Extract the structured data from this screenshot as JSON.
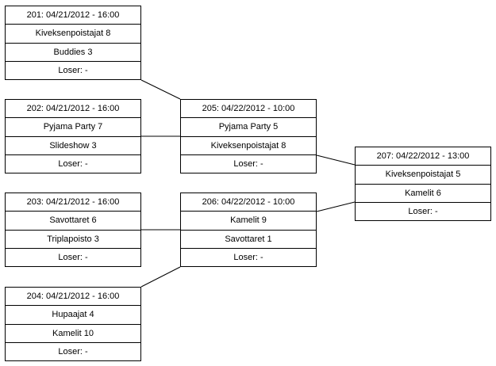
{
  "matches": [
    {
      "id": "m201",
      "header": "201: 04/21/2012 - 16:00",
      "team1": "Kiveksenpoistajat 8",
      "team2": "Buddies 3",
      "loser": "Loser: -"
    },
    {
      "id": "m202",
      "header": "202: 04/21/2012 - 16:00",
      "team1": "Pyjama Party 7",
      "team2": "Slideshow 3",
      "loser": "Loser: -"
    },
    {
      "id": "m203",
      "header": "203: 04/21/2012 - 16:00",
      "team1": "Savottaret 6",
      "team2": "Triplapoisto 3",
      "loser": "Loser: -"
    },
    {
      "id": "m204",
      "header": "204: 04/21/2012 - 16:00",
      "team1": "Hupaajat 4",
      "team2": "Kamelit 10",
      "loser": "Loser: -"
    },
    {
      "id": "m205",
      "header": "205: 04/22/2012 - 10:00",
      "team1": "Pyjama Party 5",
      "team2": "Kiveksenpoistajat 8",
      "loser": "Loser: -"
    },
    {
      "id": "m206",
      "header": "206: 04/22/2012 - 10:00",
      "team1": "Kamelit 9",
      "team2": "Savottaret 1",
      "loser": "Loser: -"
    },
    {
      "id": "m207",
      "header": "207: 04/22/2012 - 13:00",
      "team1": "Kiveksenpoistajat 5",
      "team2": "Kamelit 6",
      "loser": "Loser: -"
    }
  ]
}
